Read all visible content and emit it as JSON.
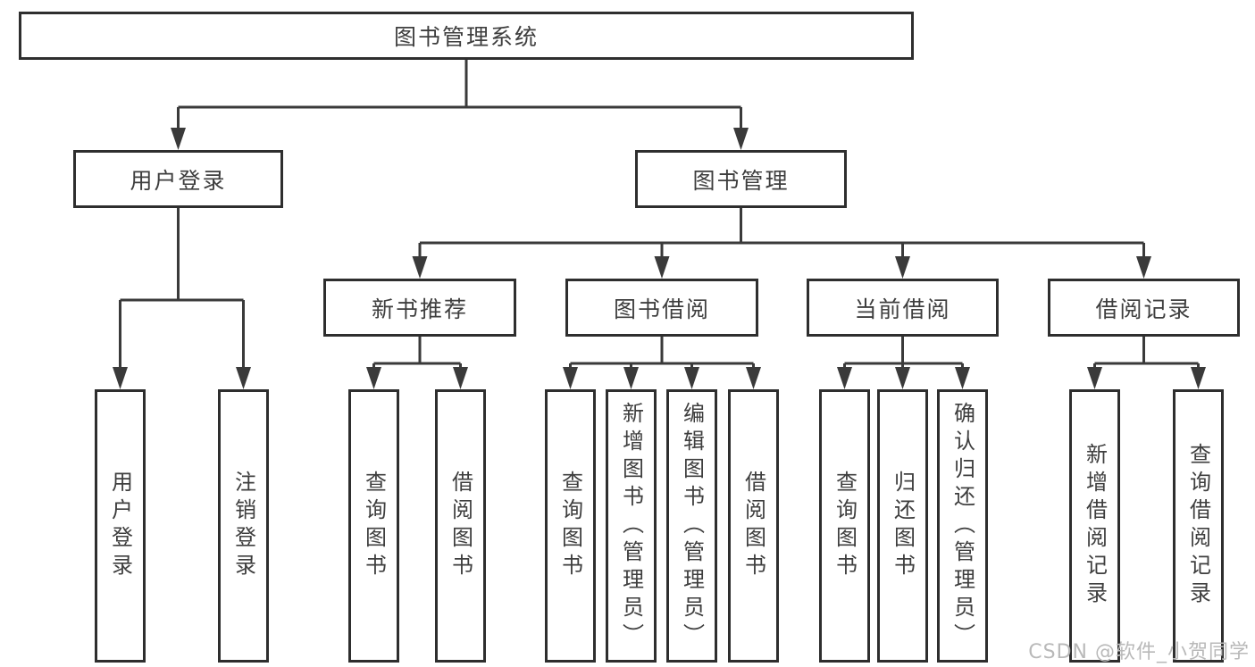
{
  "diagram": {
    "tree": {
      "label": "图书管理系统",
      "children": [
        {
          "label": "用户登录",
          "children": [
            {
              "label": "用户登录"
            },
            {
              "label": "注销登录"
            }
          ]
        },
        {
          "label": "图书管理",
          "children": [
            {
              "label": "新书推荐",
              "children": [
                {
                  "label": "查询图书"
                },
                {
                  "label": "借阅图书"
                }
              ]
            },
            {
              "label": "图书借阅",
              "children": [
                {
                  "label": "查询图书"
                },
                {
                  "label": "新增图书（管理员）"
                },
                {
                  "label": "编辑图书（管理员）"
                },
                {
                  "label": "借阅图书"
                }
              ]
            },
            {
              "label": "当前借阅",
              "children": [
                {
                  "label": "查询图书"
                },
                {
                  "label": "归还图书"
                },
                {
                  "label": "确认归还（管理员）"
                }
              ]
            },
            {
              "label": "借阅记录",
              "children": [
                {
                  "label": "新增借阅记录"
                },
                {
                  "label": "查询借阅记录"
                }
              ]
            }
          ]
        }
      ]
    },
    "watermark": "CSDN @软件_小贺同学",
    "colors": {
      "line": "#3a3a3a",
      "box_border": "#2e2e2e",
      "text": "#3e3e3e",
      "watermark": "#b9b9b9",
      "background": "#ffffff"
    }
  }
}
